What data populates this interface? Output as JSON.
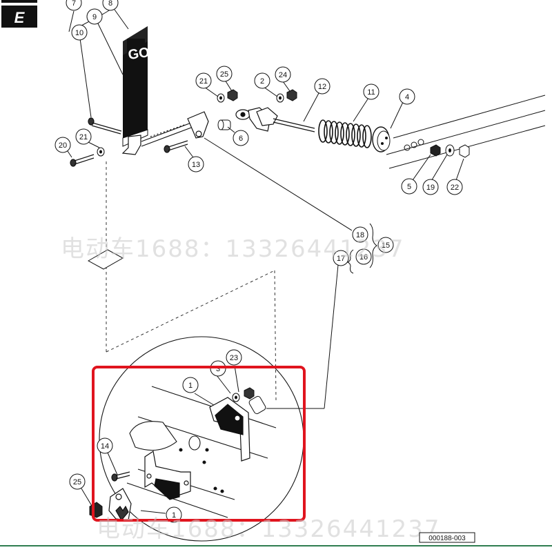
{
  "section_badge": "E",
  "pedal_label": "GO",
  "drawing_number": "000188-003",
  "watermark": [
    "电动车1688：13326441237",
    "电动车1688：13326441237"
  ],
  "callouts": [
    "7",
    "8",
    "9",
    "10",
    "21",
    "25",
    "2",
    "24",
    "12",
    "11",
    "4",
    "20",
    "21",
    "6",
    "13",
    "5",
    "19",
    "22",
    "18",
    "15",
    "17",
    "16",
    "23",
    "1",
    "3",
    "14",
    "25",
    "1"
  ],
  "highlight_color": "#e0141e",
  "bottom_rule_color": "#2e7d4f"
}
